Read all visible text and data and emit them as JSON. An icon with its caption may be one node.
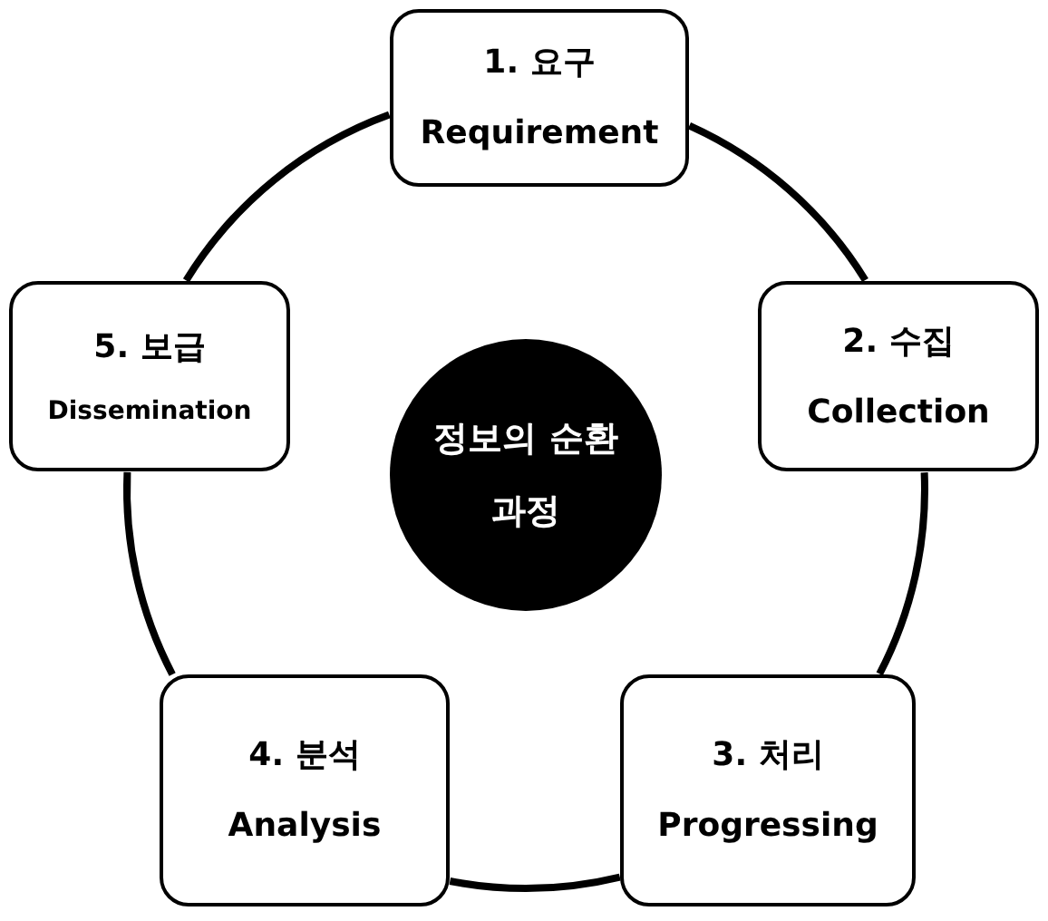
{
  "diagram": {
    "nodes": [
      {
        "text": [
          "1. 요구",
          "Requirement"
        ]
      },
      {
        "text": [
          "2. 수집",
          "Collection"
        ]
      },
      {
        "text": [
          "3. 처리",
          "Progressing"
        ]
      },
      {
        "text": [
          "4. 분석",
          "Analysis"
        ]
      },
      {
        "text": [
          "5. 보급",
          "Dissemination"
        ]
      },
      {
        "text": [
          "정보의 순환 과정"
        ]
      }
    ],
    "edges": [
      {
        "from": 0,
        "to": 1,
        "arrow": "none"
      },
      {
        "from": 1,
        "to": 2,
        "arrow": "none"
      },
      {
        "from": 2,
        "to": 3,
        "arrow": "none"
      },
      {
        "from": 3,
        "to": 4,
        "arrow": "none"
      },
      {
        "from": 4,
        "to": 0,
        "arrow": "none"
      }
    ]
  }
}
